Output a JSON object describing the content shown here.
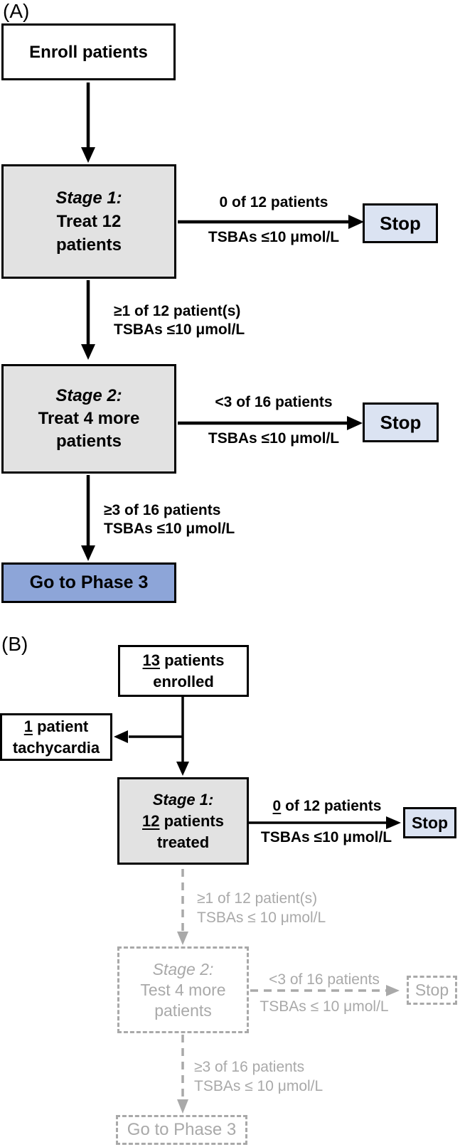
{
  "colors": {
    "stage_box_fill": "#e2e2e2",
    "stop_box_fill": "#dbe3f2",
    "phase3_box_fill": "#8da5d8",
    "inactive_gray": "#a9a9a9",
    "line_black": "#000000"
  },
  "panelA": {
    "label": "(A)",
    "enroll": "Enroll patients",
    "stage1": {
      "title": "Stage 1:",
      "line1": "Treat 12",
      "line2": "patients"
    },
    "stop1_branch": {
      "line1": "0 of 12 patients",
      "line2": "TSBAs ≤10 μmol/L"
    },
    "stop1": "Stop",
    "to_stage2": {
      "line1": "≥1 of 12 patient(s)",
      "line2": "TSBAs ≤10 μmol/L"
    },
    "stage2": {
      "title": "Stage 2:",
      "line1": "Treat 4 more",
      "line2": "patients"
    },
    "stop2_branch": {
      "line1": "<3 of 16 patients",
      "line2": "TSBAs ≤10 μmol/L"
    },
    "stop2": "Stop",
    "to_phase3": {
      "line1": "≥3 of 16 patients",
      "line2": "TSBAs ≤10 μmol/L"
    },
    "phase3": "Go to Phase 3"
  },
  "panelB": {
    "label": "(B)",
    "enrolled": {
      "num": "13",
      "rest": " patients",
      "line2": "enrolled"
    },
    "withdrawn": {
      "num": "1",
      "rest": " patient",
      "line2": "tachycardia"
    },
    "stage1": {
      "title": "Stage 1:",
      "num": "12",
      "rest": " patients",
      "line3": "treated"
    },
    "stop_branch": {
      "num": "0",
      "rest": " of 12 patients",
      "line2": "TSBAs ≤10 μmol/L"
    },
    "stop": "Stop",
    "to_stage2": {
      "line1": "≥1 of 12 patient(s)",
      "line2": "TSBAs ≤ 10 μmol/L"
    },
    "stage2": {
      "title": "Stage 2:",
      "line1": "Test 4 more",
      "line2": "patients"
    },
    "stop2_branch": {
      "line1": "<3 of 16 patients",
      "line2": "TSBAs ≤ 10 μmol/L"
    },
    "stop2": "Stop",
    "to_phase3": {
      "line1": "≥3 of 16 patients",
      "line2": "TSBAs ≤ 10 μmol/L"
    },
    "phase3": "Go to Phase 3"
  }
}
